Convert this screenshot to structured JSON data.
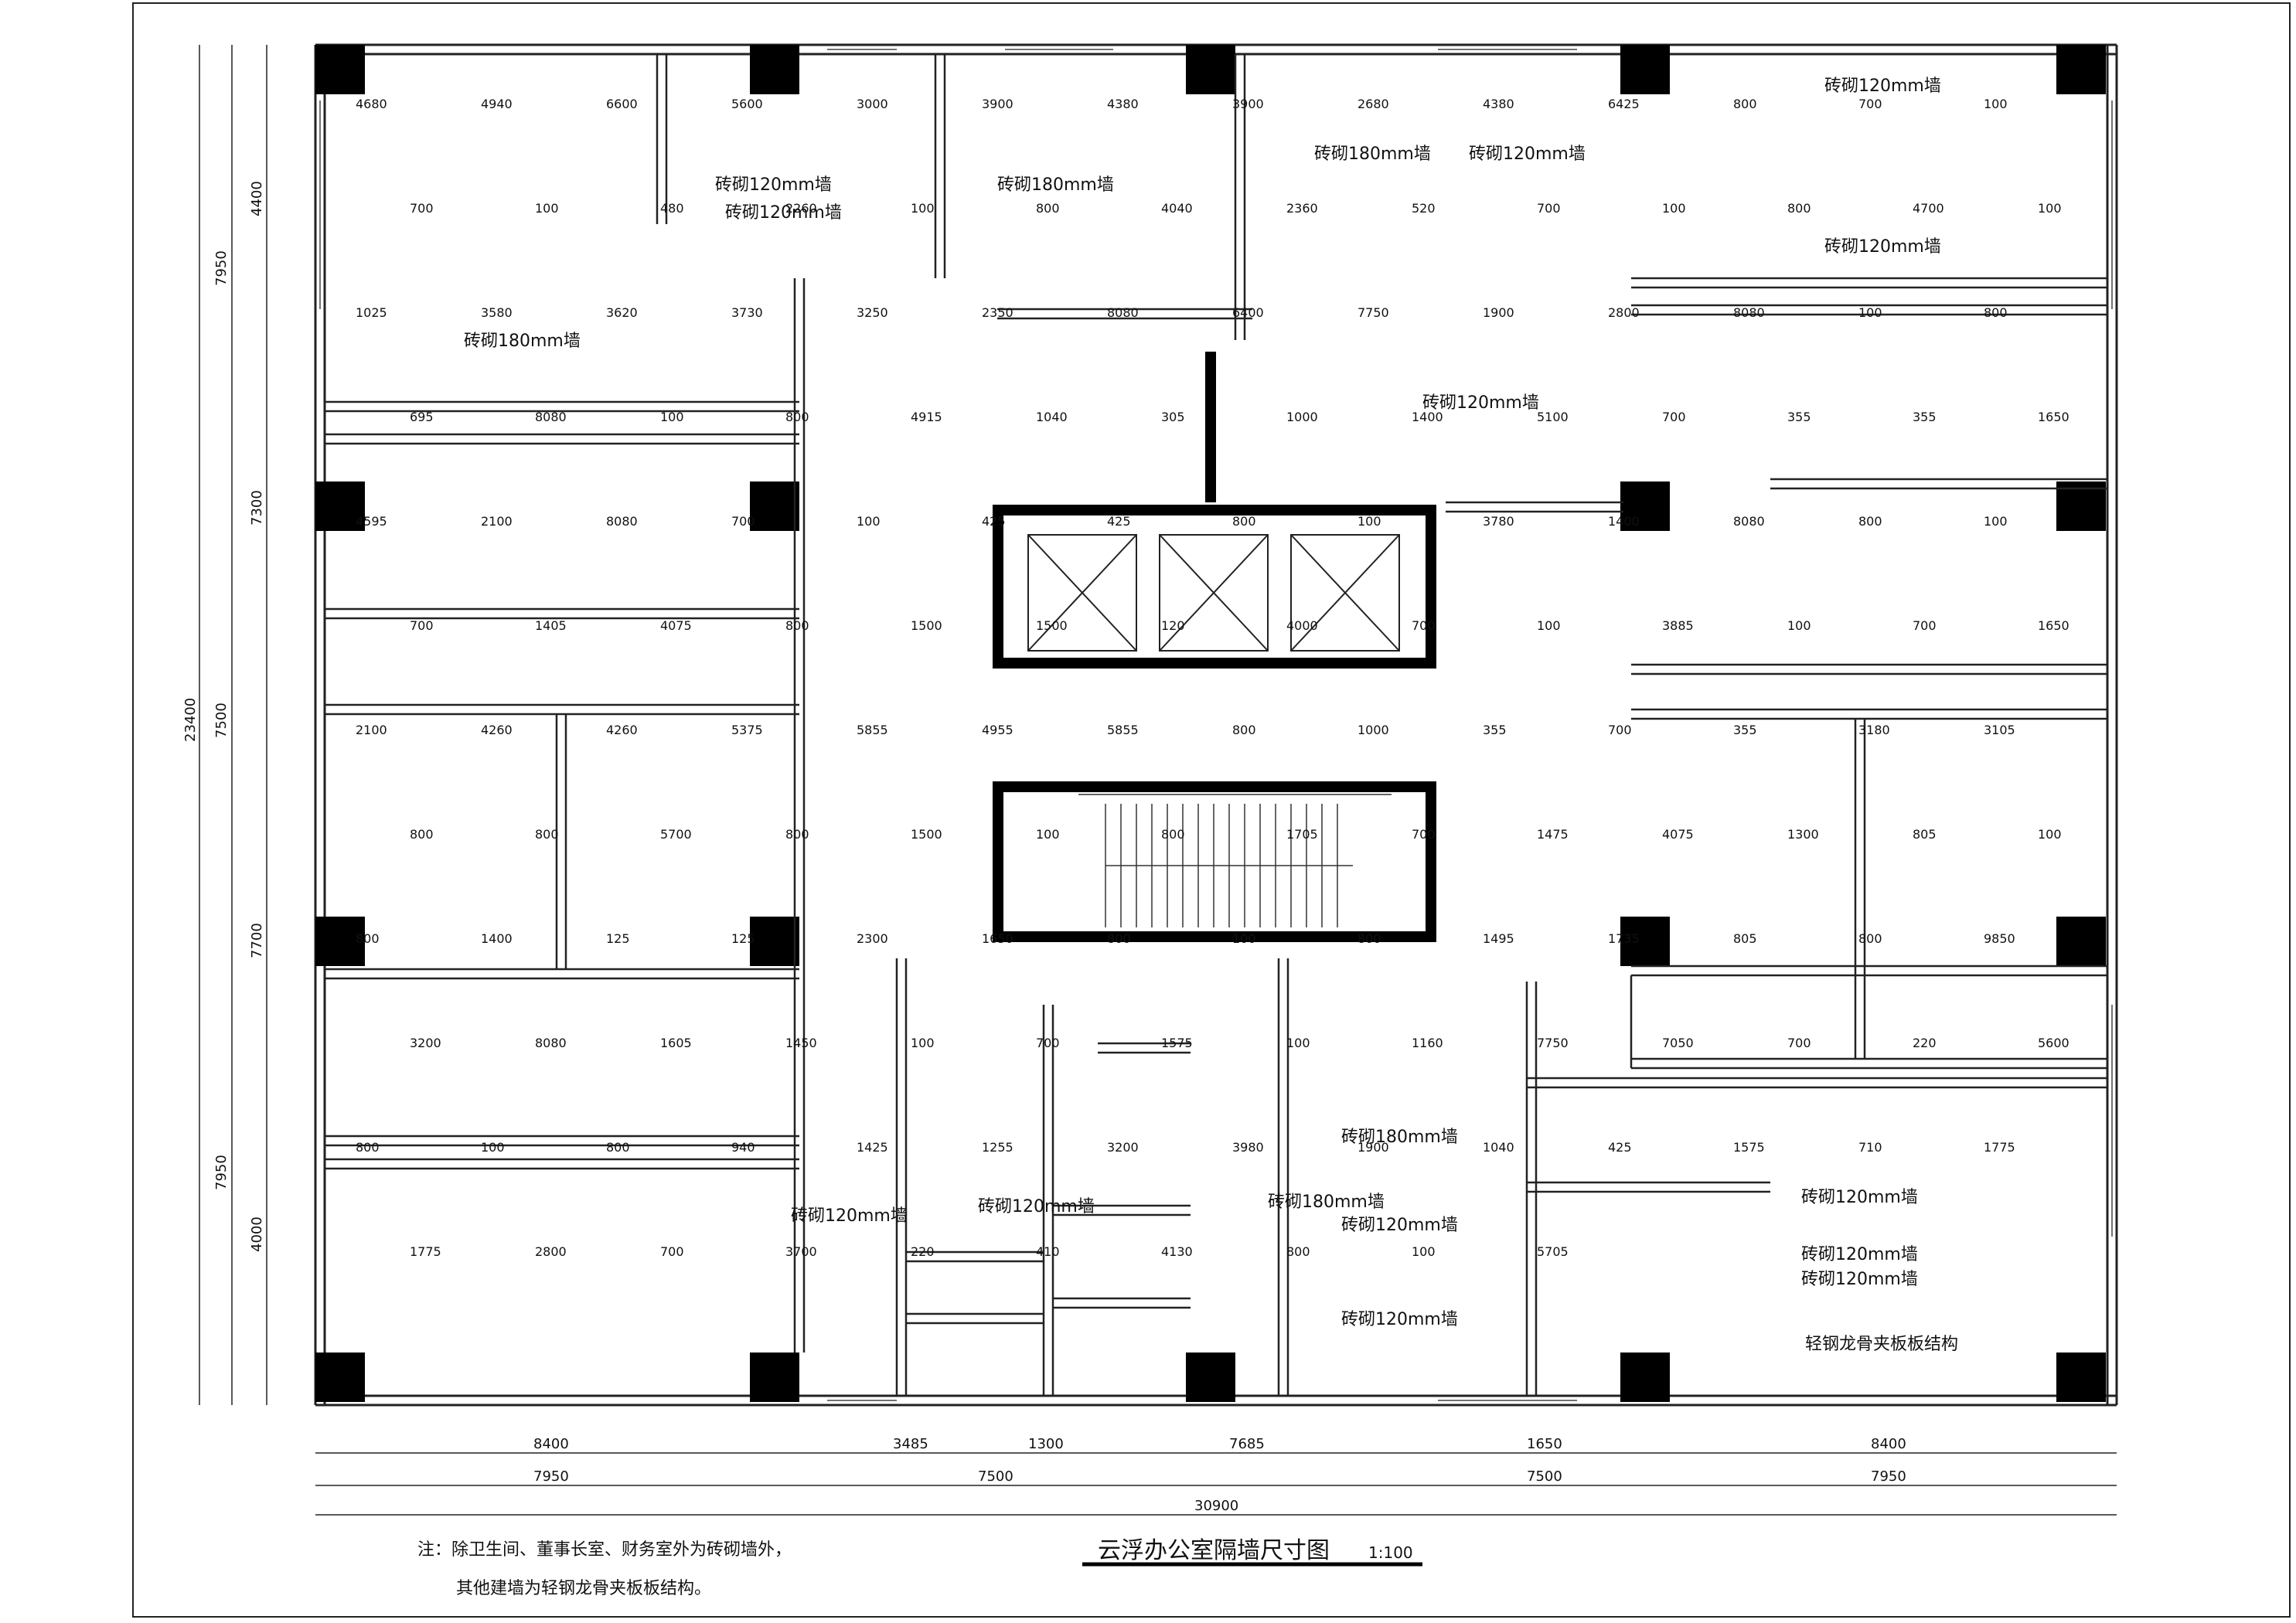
{
  "drawing": {
    "title": "云浮办公室隔墙尺寸图",
    "scale": "1:100",
    "note_line1": "注：除卫生间、董事长室、财务室外为砖砌墙外，",
    "note_line2": "其他建墙为轻钢龙骨夹板板结构。"
  },
  "dims_bottom": {
    "row1": [
      "8400",
      "3485",
      "1300",
      "7685",
      "1650",
      "8400"
    ],
    "row2": [
      "7950",
      "7500",
      "7500",
      "7950"
    ],
    "total": "30900"
  },
  "dims_left": {
    "outer": "23400",
    "mid": [
      "7950",
      "7500",
      "7950"
    ],
    "inner": [
      "4400",
      "7300",
      "7700",
      "4000"
    ]
  },
  "wall_labels": [
    "砖砌120mm墙",
    "砖砌120mm墙",
    "砖砌180mm墙",
    "砖砌180mm墙",
    "砖砌120mm墙",
    "砖砌180mm墙",
    "砖砌120mm墙",
    "砖砌120mm墙",
    "砖砌120mm墙",
    "砖砌180mm墙",
    "砖砌180mm墙",
    "砖砌120mm墙",
    "砖砌120mm墙",
    "砖砌120mm墙",
    "砖砌120mm墙",
    "砖砌120mm墙",
    "砖砌120mm墙",
    "砖砌120mm墙",
    "轻钢龙骨夹板板结构"
  ],
  "dim_labels": [
    "4680",
    "4940",
    "6600",
    "5600",
    "3000",
    "3900",
    "4380",
    "3900",
    "2680",
    "4380",
    "6425",
    "800",
    "700",
    "100",
    "700",
    "100",
    "480",
    "2260",
    "100",
    "800",
    "4040",
    "2360",
    "520",
    "700",
    "100",
    "800",
    "4700",
    "100",
    "1025",
    "3580",
    "3620",
    "3730",
    "3250",
    "2350",
    "8080",
    "6400",
    "7750",
    "1900",
    "2800",
    "8080",
    "100",
    "800",
    "695",
    "8080",
    "100",
    "800",
    "4915",
    "1040",
    "305",
    "1000",
    "1400",
    "5100",
    "700",
    "355",
    "355",
    "1650",
    "4595",
    "2100",
    "8080",
    "700",
    "100",
    "425",
    "425",
    "800",
    "100",
    "3780",
    "1400",
    "8080",
    "800",
    "100",
    "700",
    "1405",
    "4075",
    "800",
    "1500",
    "1500",
    "120",
    "4000",
    "700",
    "100",
    "3885",
    "100",
    "700",
    "1650",
    "2100",
    "4260",
    "4260",
    "5375",
    "5855",
    "4955",
    "5855",
    "800",
    "1000",
    "355",
    "700",
    "355",
    "3180",
    "3105",
    "800",
    "800",
    "5700",
    "800",
    "1500",
    "100",
    "800",
    "1705",
    "700",
    "1475",
    "4075",
    "1300",
    "805",
    "100",
    "800",
    "1400",
    "125",
    "125",
    "2300",
    "1650",
    "800",
    "100",
    "800",
    "1495",
    "1735",
    "805",
    "800",
    "9850",
    "3200",
    "8080",
    "1605",
    "1450",
    "100",
    "700",
    "1575",
    "100",
    "1160",
    "7750",
    "7050",
    "700",
    "220",
    "5600",
    "800",
    "100",
    "800",
    "940",
    "1425",
    "1255",
    "3200",
    "3980",
    "1900",
    "1040",
    "425",
    "1575",
    "710",
    "1775",
    "1775",
    "2800",
    "700",
    "3700",
    "220",
    "410",
    "4130",
    "800",
    "100",
    "5705"
  ]
}
